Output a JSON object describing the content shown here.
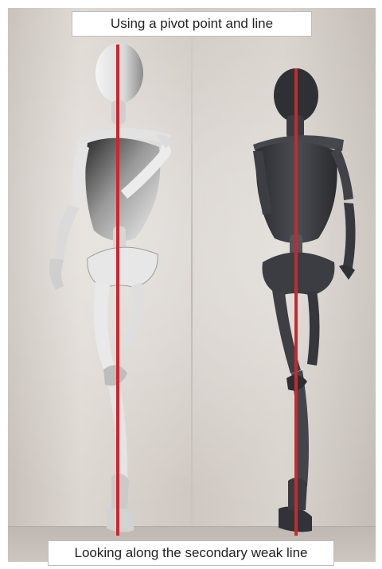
{
  "title": "Using a pivot point and line",
  "caption": "Looking along the secondary weak line",
  "colors": {
    "pivot_line": "#c8282e",
    "light_figure": "#e6e6e6",
    "dark_figure": "#3a3b40",
    "background": "#d6cfc9"
  },
  "figures": [
    {
      "name": "light-mannequin-front",
      "shade": "light"
    },
    {
      "name": "dark-mannequin-back",
      "shade": "dark"
    }
  ]
}
